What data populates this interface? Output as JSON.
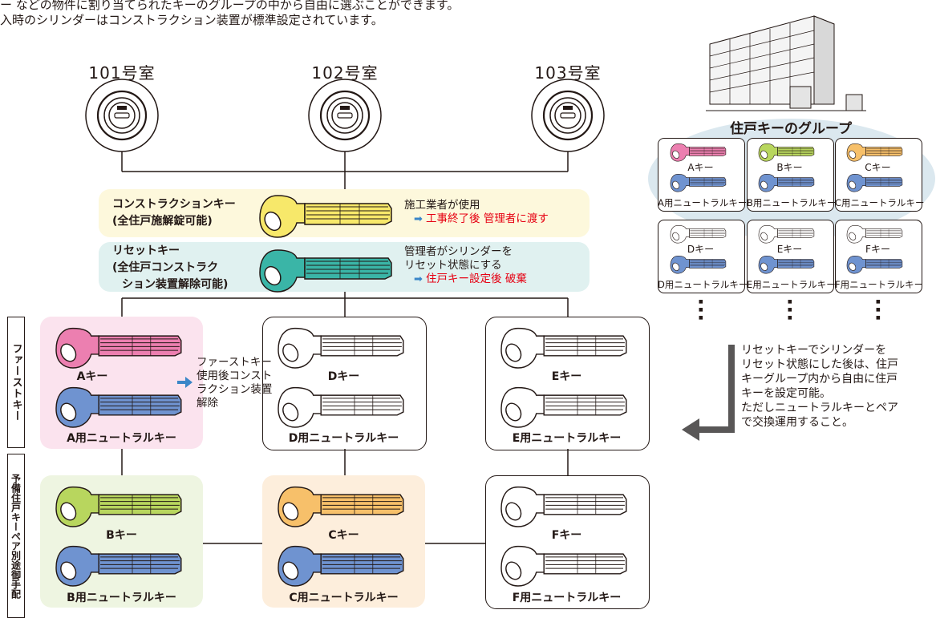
{
  "intro": {
    "line1": "ー などの物件に割り当てられたキーのグループの中から自由に選ぶことができます。",
    "line2": "入時のシリンダーはコンストラクション装置が標準設定されています。"
  },
  "rooms": [
    {
      "label": "101号室"
    },
    {
      "label": "102号室"
    },
    {
      "label": "103号室"
    }
  ],
  "construction": {
    "title1": "コンストラクションキー",
    "title2": "(全住戸施解錠可能)",
    "note1": "施工業者が使用",
    "note2": "工事終了後 管理者に渡す",
    "color": "#f7e86a"
  },
  "reset": {
    "title1": "リセットキー",
    "title2": "(全住戸コンストラク",
    "title3": "ション装置解除可能)",
    "note1": "管理者がシリンダーを",
    "note2": "リセット状態にする",
    "note3": "住戸キー設定後 破棄",
    "color": "#3ab5a7"
  },
  "side_tabs": {
    "first": "ファーストキー",
    "spare": "予備住戸キーペア別途御手配"
  },
  "first_key_note": {
    "line1": "ファーストキー",
    "line2": "使用後コンスト",
    "line3": "ラクション装置",
    "line4": "解除"
  },
  "panels": {
    "a_key": "Aキー",
    "a_neutral": "A用ニュートラルキー",
    "d_key": "Dキー",
    "d_neutral": "D用ニュートラルキー",
    "e_key": "Eキー",
    "e_neutral": "E用ニュートラルキー",
    "b_key": "Bキー",
    "b_neutral": "B用ニュートラルキー",
    "c_key": "Cキー",
    "c_neutral": "C用ニュートラルキー",
    "f_key": "Fキー",
    "f_neutral": "F用ニュートラルキー"
  },
  "group": {
    "title": "住戸キーのグループ",
    "items": [
      {
        "key": "Aキー",
        "neutral": "A用ニュートラルキー",
        "color": "#ec7fb0"
      },
      {
        "key": "Bキー",
        "neutral": "B用ニュートラルキー",
        "color": "#b8d65e"
      },
      {
        "key": "Cキー",
        "neutral": "C用ニュートラルキー",
        "color": "#f7c06a"
      },
      {
        "key": "Dキー",
        "neutral": "D用ニュートラルキー",
        "color": "#ffffff"
      },
      {
        "key": "Eキー",
        "neutral": "E用ニュートラルキー",
        "color": "#ffffff"
      },
      {
        "key": "Fキー",
        "neutral": "F用ニュートラルキー",
        "color": "#ffffff"
      }
    ]
  },
  "info": {
    "line1": "リセットキーでシリンダーを",
    "line2": "リセット状態にした後は、住戸",
    "line3": "キーグループ内から自由に住戸",
    "line4": "キーを設定可能。",
    "line5": "ただしニュートラルキーとペア",
    "line6": "で交換運用すること。"
  },
  "colors": {
    "pink": "#ec7fb0",
    "green": "#b8d65e",
    "orange": "#f7c06a",
    "blue": "#6f93d0",
    "white": "#ffffff",
    "yellow_band": "#fdf8dc",
    "teal_band": "#e0f1f0",
    "pink_panel": "#fbe3ee",
    "green_panel": "#eef5e1",
    "orange_panel": "#fdeedc",
    "group_ellipse": "#dbe8ef"
  }
}
